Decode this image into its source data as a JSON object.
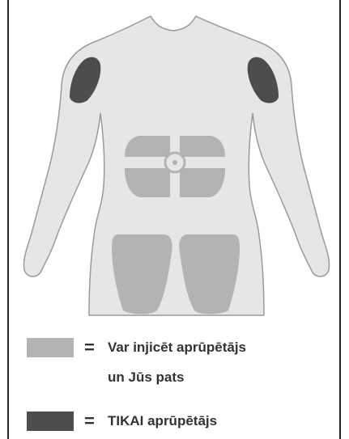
{
  "colors": {
    "body_fill": "#e6e6e6",
    "body_outline": "#9a9a9a",
    "zone_light": "#b3b3b3",
    "zone_dark": "#4d4d4d",
    "text": "#333333"
  },
  "legend": {
    "items": [
      {
        "label_line1": "Var injicēt aprūpētājs",
        "label_line2": "un Jūs pats",
        "symbol": "="
      },
      {
        "label_line1": "TIKAI aprūpētājs",
        "symbol": "="
      }
    ]
  }
}
